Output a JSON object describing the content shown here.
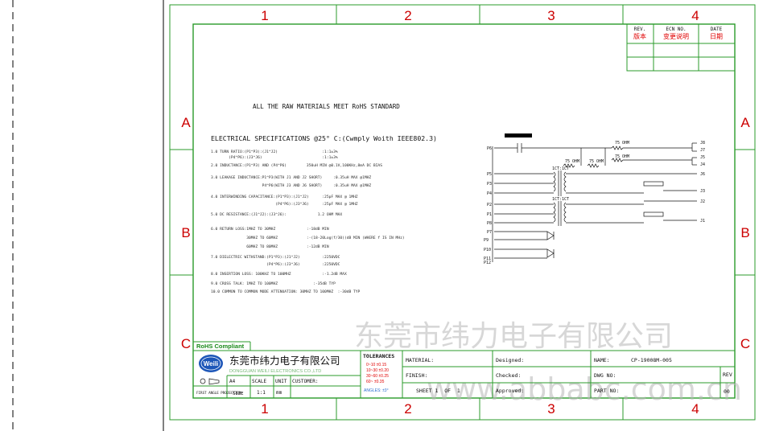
{
  "grid": {
    "columns": [
      "1",
      "2",
      "3",
      "4"
    ],
    "rows": [
      "A",
      "B",
      "C"
    ]
  },
  "revision_block": {
    "rev_label": "REV.",
    "rev_cn": "版本",
    "ecn_label": "ECN NO.",
    "ecn_cn": "变更说明",
    "date_label": "DATE",
    "date_cn": "日期"
  },
  "notice": "ALL THE RAW MATERIALS MEET RoHS STANDARD",
  "spec_title": "ELECTRICAL SPECIFICATIONS @25° C:(Cwmply Woith IEEE802.3)",
  "specs": [
    "1.0 TURN RATIO:(P1^P3):(J1^J2)                    :1:1±3%",
    "        (P4^P6):(J3^J6)                           :1:1±3%",
    "2.0 INDUCTANCE:(P1^P3) AND (P4^P6)         350uH MIN @0.1V,100KHz,8mA DC BIAS",
    "3.0 LEAKAGE INDUCTANCE:P1^P3(WITH J1 AND J2 SHORT)     :0.35uH MAX @1MHZ",
    "                       P4^P6(WITH J3 AND J6 SHORT)     :0.35uH MAX @1MHZ",
    "4.0 INTERWINDING CAPACITANCE:(P1^P3):(J1^J2)      :25pF MAX @ 1MHZ",
    "                             (P4^P6):(J3^J6)      :25pF MAX @ 1MHZ",
    "5.0 DC RESISTANCE:(J1^J2):(J3^J6):              1.2 OHM MAX",
    "6.0 RETURN LOSS:1MHZ TO 30MHZ              :-18dB MIN",
    "                30MHZ TO 60MHZ             :-(18-20Log(f/30))dB MIN (WHERE f IS IN MHz)",
    "                60MHZ TO 80MHZ             :-12dB MIN",
    "7.0 DIELECTRIC WITHSTAND:(P1^P3):(J1^J2)          :2250VDC",
    "                         (P4^P6):(J3^J6)          :2250VDC",
    "8.0 INSERTION LOSS: 100KHZ TO 100MHZ              :-1.2dB MAX",
    "9.0 CROSS TALK: 1MHZ TO 100MHZ                :-35dB TYP",
    "10.0 COMMON TO COMMON MODE ATTENUATION: 30MHZ TO 100MHZ  :-30dB TYP"
  ],
  "schematic": {
    "pins_left": [
      "P6",
      "P5",
      "P3",
      "P4",
      "P2",
      "P1",
      "P8",
      "P7",
      "P9",
      "P10",
      "P11",
      "P12"
    ],
    "pins_right": [
      "J8",
      "J7",
      "J5",
      "J4",
      "J6",
      "J3",
      "J2",
      "J1"
    ],
    "resistor_label": "75 OHM",
    "transformer_label": "1CT:1CT"
  },
  "title_block": {
    "rohs": "RoHS Compliant",
    "logo_text": "Weili",
    "company_cn": "东莞市纬力电子有限公司",
    "company_en": "DONGGUAN WEILI ELECTRONICS CO.,LTD",
    "size_label": "A4",
    "size_caption": "SIZE",
    "scale_label": "SCALE",
    "scale_value": "1:1",
    "unit_label": "UNIT",
    "unit_value": "mm",
    "customer_label": "CUSTOMER:",
    "projection_label": "FIRST ANGLE PROJECTION",
    "tolerances_title": "TOLERANCES",
    "tolerances": [
      "0~10 ±0.15",
      "10~30 ±0.20",
      "30~60 ±0.25",
      "60~  ±0.35"
    ],
    "angles": "ANGLES: ±3°",
    "material_label": "MATERIAL:",
    "finish_label": "FINISH:",
    "sheet_label": "SHEET 1  OF  1",
    "designed_label": "Designed:",
    "checked_label": "Checked:",
    "approved_label": "Approved:",
    "name_label": "NAME:",
    "name_value": "CP-19008M-005",
    "dwg_label": "DWG NO:",
    "part_label": "PART NO:",
    "rev_label": "REV",
    "rev_value": "00"
  },
  "watermarks": {
    "company": "东莞市纬力电子有限公司",
    "site": "www.abbabc.com.cn"
  }
}
